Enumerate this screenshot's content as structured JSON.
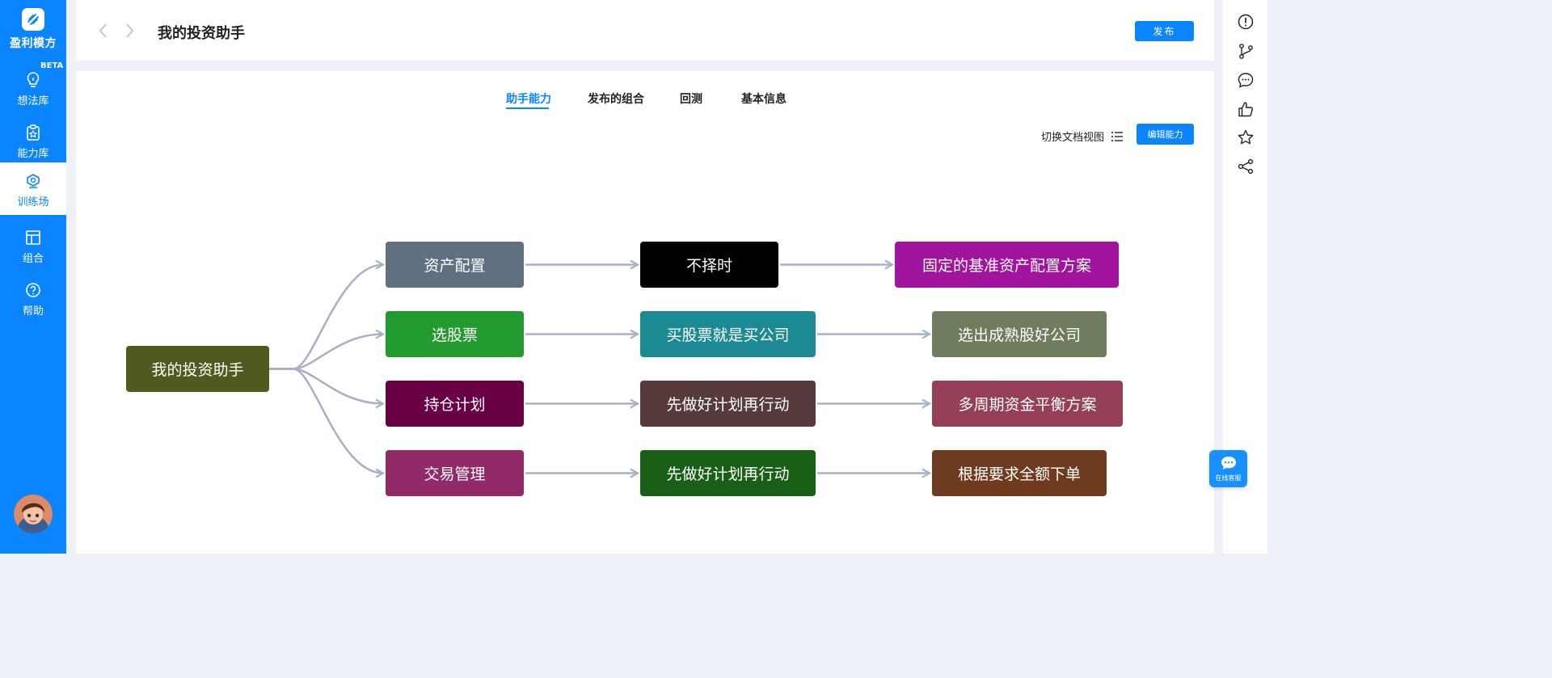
{
  "sidebar": {
    "brand": "盈利模方",
    "beta_badge": "BETA",
    "items": [
      {
        "label": "想法库",
        "icon": "lightbulb-icon"
      },
      {
        "label": "能力库",
        "icon": "clipboard-star-icon"
      },
      {
        "label": "训练场",
        "icon": "training-icon",
        "active": true
      },
      {
        "label": "组合",
        "icon": "layout-icon"
      },
      {
        "label": "帮助",
        "icon": "help-icon"
      }
    ]
  },
  "header": {
    "title": "我的投资助手",
    "publish_label": "发布"
  },
  "tabs": [
    {
      "label": "助手能力",
      "active": true
    },
    {
      "label": "发布的组合"
    },
    {
      "label": "回测"
    },
    {
      "label": "基本信息"
    }
  ],
  "toolbar": {
    "doc_view_label": "切换文档视图",
    "edit_label": "编辑能力"
  },
  "mindmap": {
    "root": {
      "label": "我的投资助手",
      "color": "#4f5a1e"
    },
    "branches": [
      {
        "label": "资产配置",
        "color": "#5f7080",
        "children": [
          {
            "label": "不择时",
            "color": "#000000"
          },
          {
            "label": "固定的基准资产配置方案",
            "color": "#a0149e"
          }
        ]
      },
      {
        "label": "选股票",
        "color": "#229a2d",
        "children": [
          {
            "label": "买股票就是买公司",
            "color": "#1b8a92"
          },
          {
            "label": "选出成熟股好公司",
            "color": "#6f7d5e"
          }
        ]
      },
      {
        "label": "持仓计划",
        "color": "#6a0044",
        "children": [
          {
            "label": "先做好计划再行动",
            "color": "#573a3c"
          },
          {
            "label": "多周期资金平衡方案",
            "color": "#963f58"
          }
        ]
      },
      {
        "label": "交易管理",
        "color": "#912a66",
        "children": [
          {
            "label": "先做好计划再行动",
            "color": "#1a5f17"
          },
          {
            "label": "根据要求全额下单",
            "color": "#6e3b1e"
          }
        ]
      }
    ]
  },
  "right_rail": {
    "icons": [
      "info-icon",
      "branch-icon",
      "comment-icon",
      "thumbs-up-icon",
      "star-icon",
      "share-icon"
    ]
  },
  "customer_service": {
    "label": "在线客服"
  },
  "colors": {
    "accent": "#0a84ff",
    "connector": "#a7b2c3"
  }
}
